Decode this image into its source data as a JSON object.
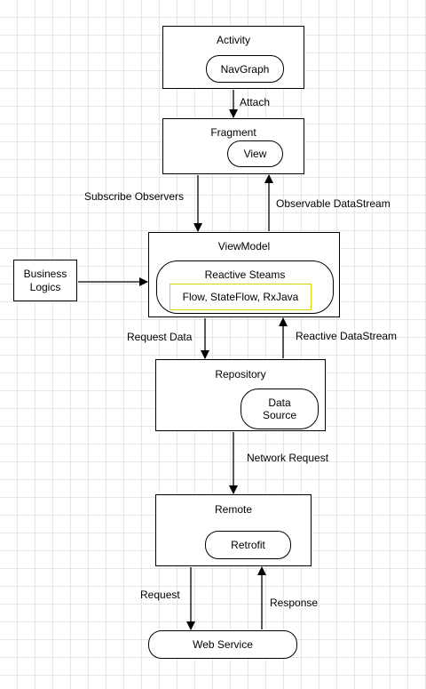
{
  "activity": {
    "title": "Activity",
    "navgraph": "NavGraph"
  },
  "attach_label": "Attach",
  "fragment": {
    "title": "Fragment",
    "view": "View"
  },
  "subscribe_label": "Subscribe Observers",
  "observable_label": "Observable DataStream",
  "viewmodel": {
    "title": "ViewModel",
    "reactive_title": "Reactive Steams",
    "reactive_libs": "Flow, StateFlow, RxJava"
  },
  "business": {
    "line1": "Business",
    "line2": "Logics"
  },
  "request_data_label": "Request Data",
  "reactive_stream_label": "Reactive DataStream",
  "repository": {
    "title": "Repository",
    "ds_line1": "Data",
    "ds_line2": "Source"
  },
  "network_label": "Network Request",
  "remote": {
    "title": "Remote",
    "retrofit": "Retrofit"
  },
  "request_label": "Request",
  "response_label": "Response",
  "web_service": "Web Service"
}
